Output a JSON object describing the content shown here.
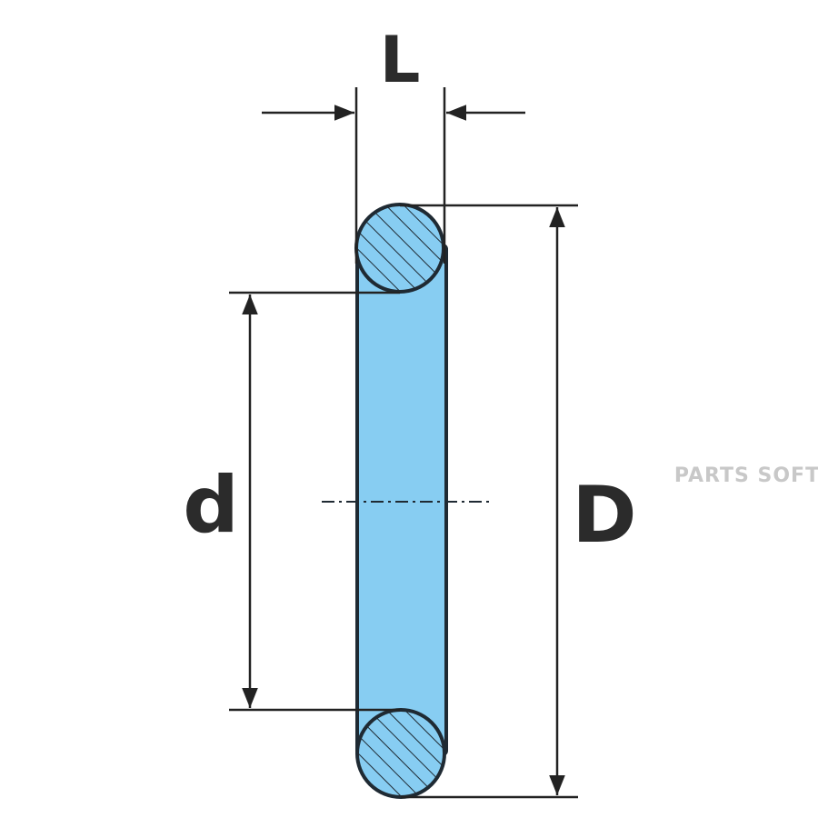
{
  "labels": {
    "width": "L",
    "inner_diameter": "d",
    "outer_diameter": "D"
  },
  "watermark": "PARTS SOFT",
  "colors": {
    "ring_fill": "#87cdf2",
    "outline": "#1f2a33",
    "hatch": "#1f2a33",
    "dimension": "#222222",
    "text": "#2b2b2b",
    "watermark": "#c8c8c8"
  }
}
